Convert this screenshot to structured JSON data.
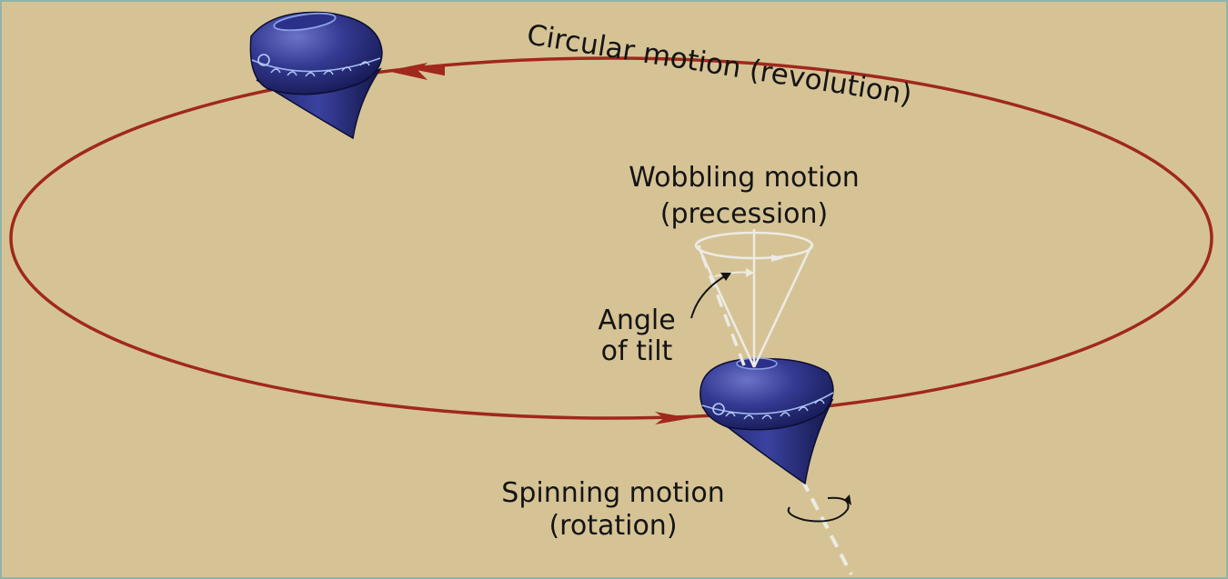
{
  "labels": {
    "revolution": "Circular motion (revolution)",
    "precession_line1": "Wobbling motion",
    "precession_line2": "(precession)",
    "tilt_line1": "Angle",
    "tilt_line2": "of tilt",
    "rotation_line1": "Spinning motion",
    "rotation_line2": "(rotation)"
  },
  "colors": {
    "background": "#d6c395",
    "orbit": "#a0281c",
    "top_body": "#2b2f7e",
    "axis": "#ecebe4",
    "text": "#141414"
  }
}
